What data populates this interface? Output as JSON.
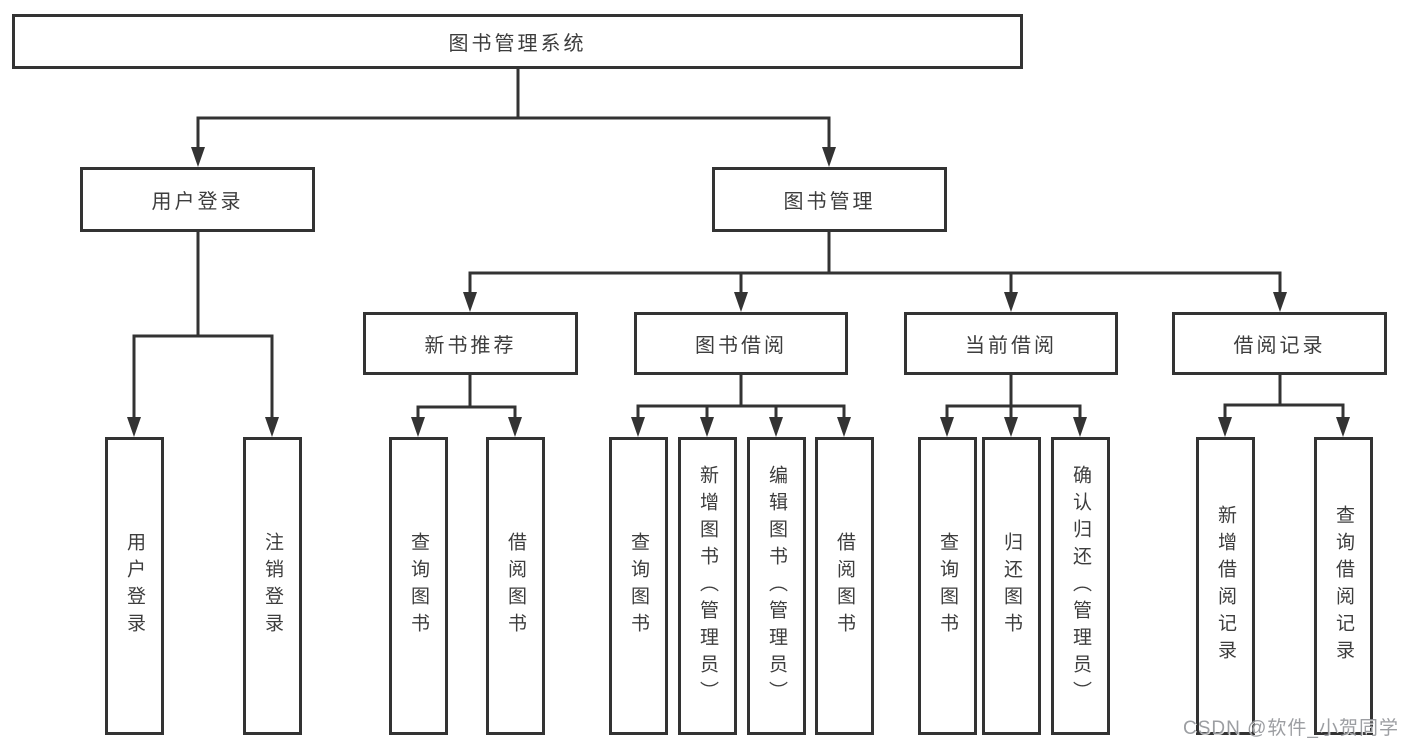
{
  "colors": {
    "line": "#333333",
    "box_border": "#333333",
    "text": "#3d3d3d",
    "background": "#ffffff",
    "watermark_text": "#919498"
  },
  "diagram": {
    "root": {
      "label": "图书管理系统"
    },
    "user_login": {
      "label": "用户登录",
      "children": [
        "用户登录",
        "注销登录"
      ]
    },
    "book_mgmt": {
      "label": "图书管理"
    },
    "new_books": {
      "label": "新书推荐",
      "children": [
        "查询图书",
        "借阅图书"
      ]
    },
    "book_borrow": {
      "label": "图书借阅",
      "children": [
        "查询图书",
        "新增图书（管理员）",
        "编辑图书（管理员）",
        "借阅图书"
      ]
    },
    "current_borrow": {
      "label": "当前借阅",
      "children": [
        "查询图书",
        "归还图书",
        "确认归还（管理员）"
      ]
    },
    "borrow_records": {
      "label": "借阅记录",
      "children": [
        "新增借阅记录",
        "查询借阅记录"
      ]
    }
  },
  "watermark": {
    "text": "CSDN @软件_小贺同学"
  }
}
